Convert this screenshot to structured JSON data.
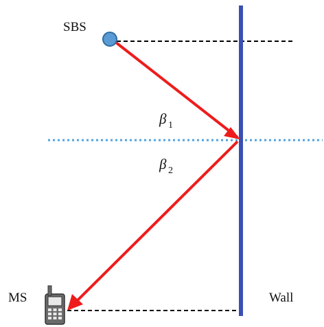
{
  "labels": {
    "sbs": "SBS",
    "ms": "MS",
    "wall": "Wall",
    "beta1": "β",
    "beta1_sub": "1",
    "beta2": "β",
    "beta2_sub": "2"
  },
  "colors": {
    "wall": "#3a4fb3",
    "ray": "#ee1c1c",
    "sbs_fill": "#5b9bd5",
    "sbs_stroke": "#2e6da4",
    "normal_line": "#4fa3e0",
    "dashed_line": "#000000",
    "phone_body": "#6b6b6b"
  },
  "icons": {
    "sbs": "base-station-circle-icon",
    "ms": "mobile-phone-icon"
  }
}
